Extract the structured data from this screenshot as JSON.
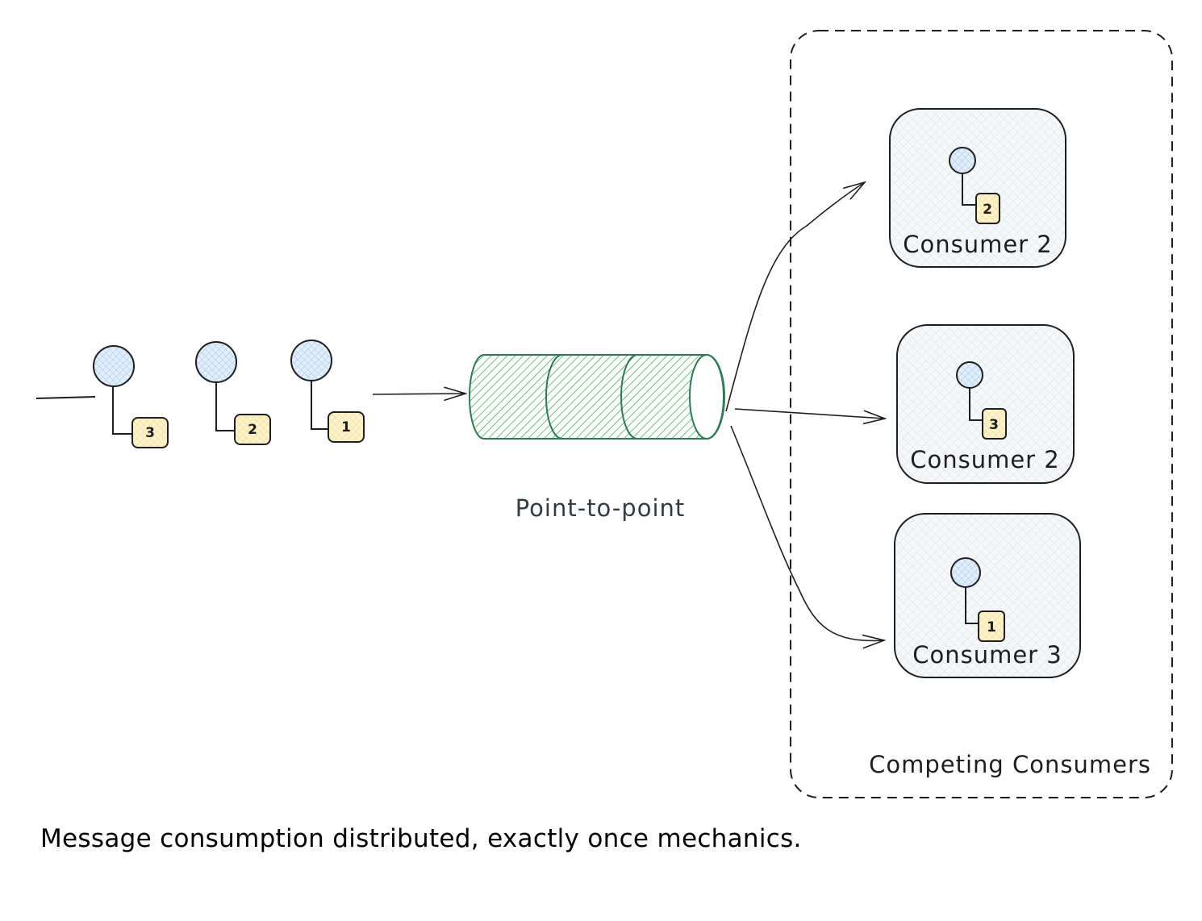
{
  "diagram": {
    "title": "Point-to-point messaging with competing consumers",
    "queue": {
      "label": "Point-to-point",
      "segments": 3
    },
    "producer_messages": [
      {
        "id": "3"
      },
      {
        "id": "2"
      },
      {
        "id": "1"
      }
    ],
    "group": {
      "label": "Competing Consumers"
    },
    "consumers": [
      {
        "label": "Consumer 2",
        "message_id": "2"
      },
      {
        "label": "Consumer 2",
        "message_id": "3"
      },
      {
        "label": "Consumer 3",
        "message_id": "1"
      }
    ],
    "caption": "Message consumption distributed, exactly once mechanics.",
    "colors": {
      "stroke": "#1e1e1e",
      "queue_stroke": "#2f7a54",
      "queue_hatch": "#6cc27a",
      "message_circle_fill": "#c9e1f7",
      "badge_fill": "#fbecb4",
      "consumer_fill": "#eef1f4"
    }
  }
}
